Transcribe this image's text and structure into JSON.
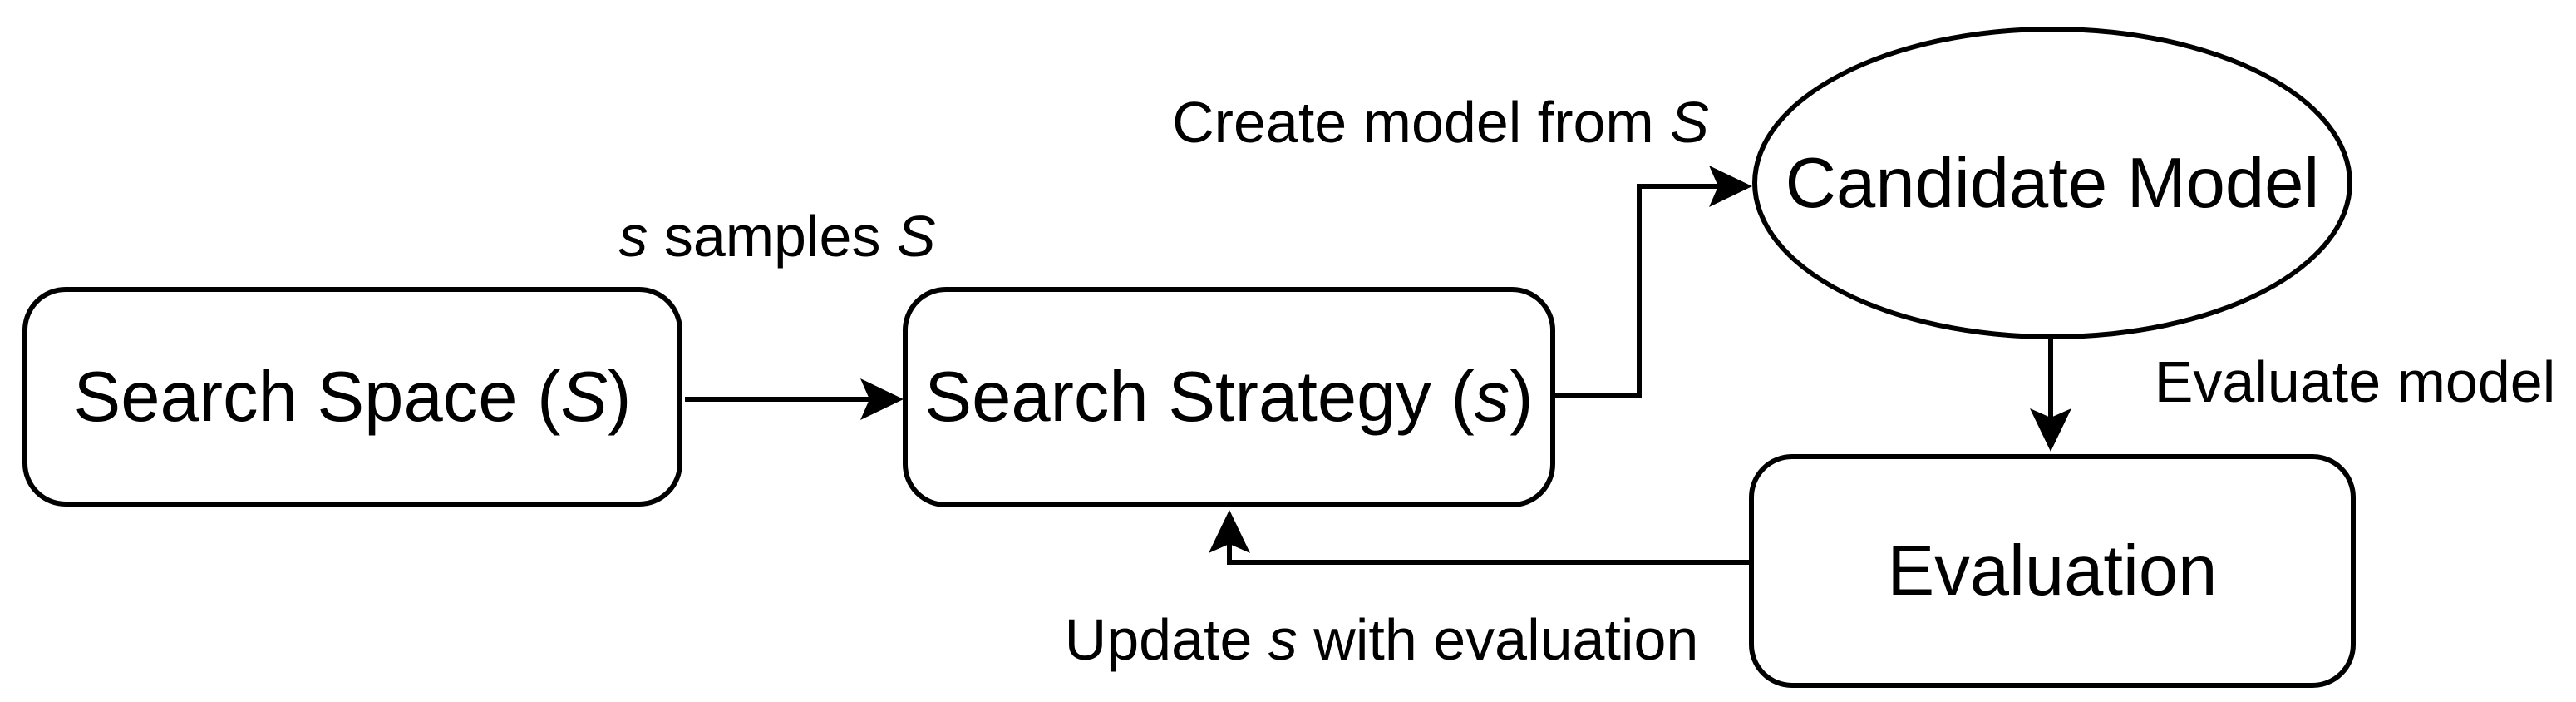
{
  "diagram": {
    "type": "flowchart",
    "background_color": "#ffffff",
    "stroke_color": "#000000",
    "text_color": "#000000",
    "nodes": {
      "search_space": {
        "label": "Search Space (S)",
        "shape": "rounded-rectangle",
        "segments": [
          {
            "t": "Search Space (",
            "i": false
          },
          {
            "t": "S",
            "i": true
          },
          {
            "t": ")",
            "i": false
          }
        ]
      },
      "search_strategy": {
        "label": "Search Strategy (s)",
        "shape": "rounded-rectangle",
        "segments": [
          {
            "t": "Search Strategy (",
            "i": false
          },
          {
            "t": "s",
            "i": true
          },
          {
            "t": ")",
            "i": false
          }
        ]
      },
      "candidate_model": {
        "label": "Candidate Model",
        "shape": "ellipse",
        "segments": [
          {
            "t": "Candidate Model",
            "i": false
          }
        ]
      },
      "evaluation": {
        "label": "Evaluation",
        "shape": "rounded-rectangle",
        "segments": [
          {
            "t": "Evaluation",
            "i": false
          }
        ]
      }
    },
    "edges": [
      {
        "id": "samples",
        "from": "search_space",
        "to": "search_strategy",
        "label": "s samples S",
        "segments": [
          {
            "t": "s",
            "i": true
          },
          {
            "t": " samples ",
            "i": false
          },
          {
            "t": "S",
            "i": true
          }
        ]
      },
      {
        "id": "create",
        "from": "search_strategy",
        "to": "candidate_model",
        "label": "Create model from S",
        "segments": [
          {
            "t": "Create model from ",
            "i": false
          },
          {
            "t": "S",
            "i": true
          }
        ]
      },
      {
        "id": "evaluate",
        "from": "candidate_model",
        "to": "evaluation",
        "label": "Evaluate model",
        "segments": [
          {
            "t": "Evaluate model",
            "i": false
          }
        ]
      },
      {
        "id": "update",
        "from": "evaluation",
        "to": "search_strategy",
        "label": "Update s with evaluation",
        "segments": [
          {
            "t": "Update ",
            "i": false
          },
          {
            "t": "s",
            "i": true
          },
          {
            "t": " with evaluation",
            "i": false
          }
        ]
      }
    ]
  }
}
